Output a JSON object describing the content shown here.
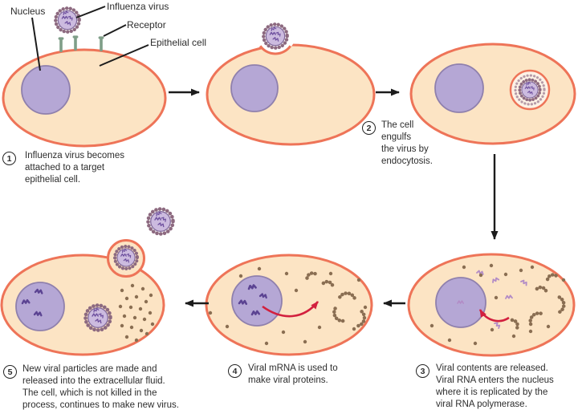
{
  "labels": {
    "nucleus": "Nucleus",
    "influenza_virus": "Influenza virus",
    "receptor": "Receptor",
    "epithelial_cell": "Epithelial cell"
  },
  "steps": [
    {
      "number": "1",
      "text": "Influenza virus becomes\nattached to a target\nepithelial cell."
    },
    {
      "number": "2",
      "text": "The cell\nengulfs\nthe virus by\nendocytosis."
    },
    {
      "number": "3",
      "text": "Viral contents are released.\nViral RNA enters the nucleus\nwhere it is replicated by the\nviral RNA polymerase."
    },
    {
      "number": "4",
      "text": "Viral mRNA is used to\nmake viral proteins."
    },
    {
      "number": "5",
      "text": "New viral particles are made and\nreleased into the extracellular fluid.\nThe cell, which is not killed in the\nprocess, continues to make new virus."
    }
  ],
  "colors": {
    "cell_fill": "#fce4c4",
    "cell_stroke": "#ee7458",
    "nucleus_fill": "#b5a7d5",
    "nucleus_stroke": "#8f80ad",
    "virus_spike": "#8d6a80",
    "virus_envelope": "#ccbbdf",
    "viral_rna": "#6d4f9e",
    "cytoplasm_rna": "#b28bc6",
    "receptor": "#7f9e88",
    "protein": "#8a6e52",
    "red_arrow": "#d2203e",
    "line_black": "#1c1c1c",
    "text": "#2d2d2d"
  }
}
